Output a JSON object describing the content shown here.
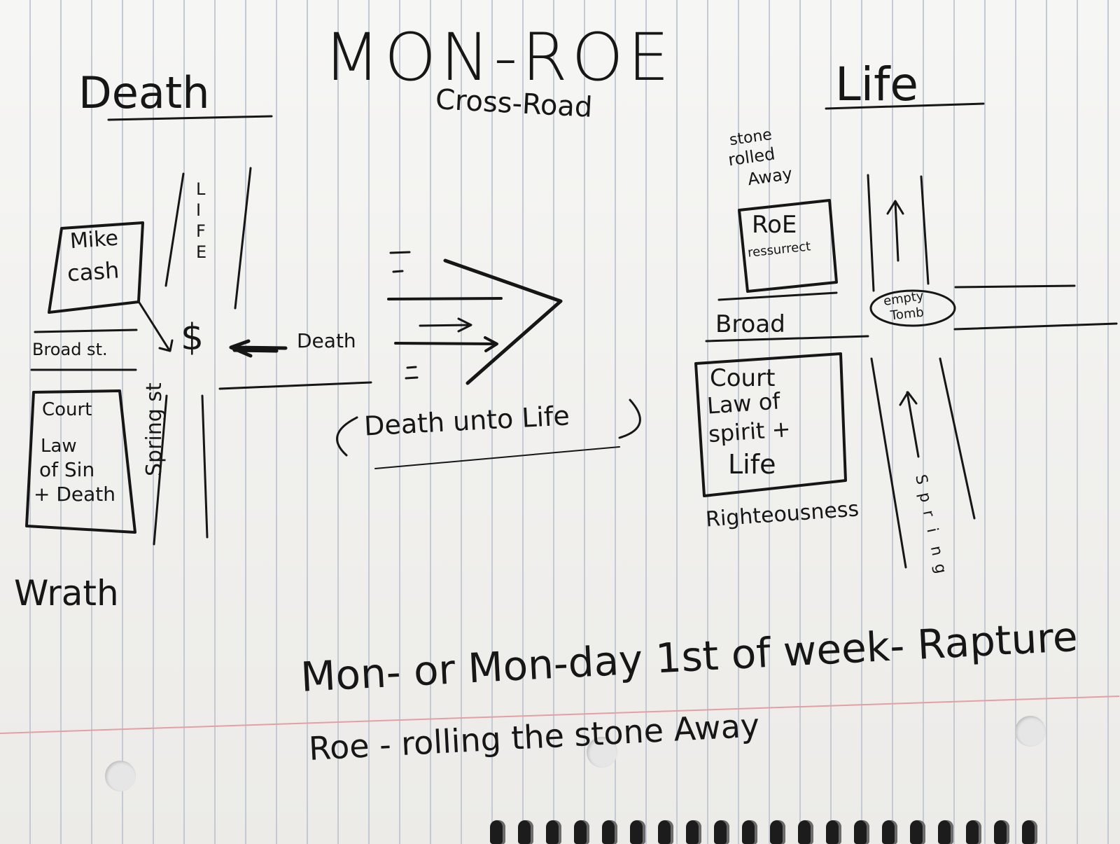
{
  "title": "MON-ROE",
  "subtitle": "Cross-Road",
  "left_heading": "Death",
  "right_heading": "Life",
  "left_map": {
    "vertical_street_letters": [
      "L",
      "I",
      "F",
      "E"
    ],
    "mike_box": [
      "Mike",
      "cash"
    ],
    "broad_street": "Broad st.",
    "dollar": "$",
    "death_arrow_label": "Death",
    "court_box": [
      "Court",
      "Law",
      "of Sin",
      "+ Death"
    ],
    "spring_street": "Spring st",
    "wrath": "Wrath"
  },
  "middle": {
    "caption": "Death unto Life"
  },
  "right_map": {
    "stone_note": [
      "stone",
      "rolled",
      "Away"
    ],
    "roe_box": [
      "RoE",
      "ressurrect"
    ],
    "empty_tomb": [
      "empty",
      "Tomb"
    ],
    "broad": "Broad",
    "court_box": [
      "Court",
      "Law of",
      "spirit +",
      "Life"
    ],
    "righteousness": "Righteousness",
    "spring_letters": [
      "S",
      "p",
      "r",
      "i",
      "n",
      "g"
    ]
  },
  "notes": {
    "line1": "Mon- or Mon-day 1st of week- Rapture",
    "line2": "Roe - rolling the stone Away"
  }
}
